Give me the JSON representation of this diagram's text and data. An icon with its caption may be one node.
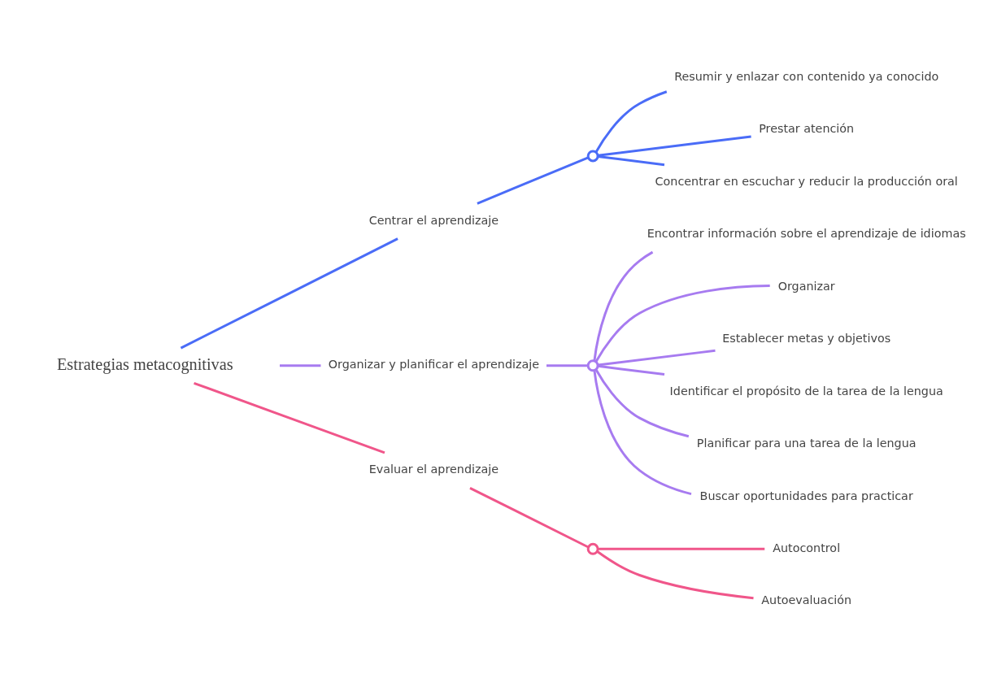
{
  "diagram": {
    "nodes": [
      {
        "text": [
          "Estrategias metacognitivas"
        ]
      },
      {
        "text": [
          "Centrar el aprendizaje"
        ]
      },
      {
        "text": [],
        "shape": "circle"
      },
      {
        "text": [
          "Resumir y enlazar con contenido ya conocido"
        ]
      },
      {
        "text": [
          "Prestar atención"
        ]
      },
      {
        "text": [
          "Concentrar en escuchar y reducir la producción oral"
        ]
      },
      {
        "text": [
          "Organizar y planificar el aprendizaje"
        ]
      },
      {
        "text": [],
        "shape": "circle"
      },
      {
        "text": [
          "Encontrar información sobre el aprendizaje de idiomas"
        ]
      },
      {
        "text": [
          "Organizar"
        ]
      },
      {
        "text": [
          "Establecer metas y objetivos"
        ]
      },
      {
        "text": [
          "Identificar el propósito de la tarea de la lengua"
        ]
      },
      {
        "text": [
          "Planificar para una tarea de la lengua"
        ]
      },
      {
        "text": [
          "Buscar oportunidades para practicar"
        ]
      },
      {
        "text": [
          "Evaluar el aprendizaje"
        ]
      },
      {
        "text": [],
        "shape": "circle"
      },
      {
        "text": [
          "Autocontrol"
        ]
      },
      {
        "text": [
          "Autoevaluación"
        ]
      }
    ],
    "edges": [
      {
        "from": 0,
        "to": 1,
        "arrow": "none",
        "color": "#4a6cf7"
      },
      {
        "from": 1,
        "to": 2,
        "arrow": "none",
        "color": "#4a6cf7"
      },
      {
        "from": 2,
        "to": 3,
        "arrow": "none",
        "color": "#4a6cf7"
      },
      {
        "from": 2,
        "to": 4,
        "arrow": "none",
        "color": "#4a6cf7"
      },
      {
        "from": 2,
        "to": 5,
        "arrow": "none",
        "color": "#4a6cf7"
      },
      {
        "from": 0,
        "to": 6,
        "arrow": "none",
        "color": "#a77bf0"
      },
      {
        "from": 6,
        "to": 7,
        "arrow": "none",
        "color": "#a77bf0"
      },
      {
        "from": 7,
        "to": 8,
        "arrow": "none",
        "color": "#a77bf0"
      },
      {
        "from": 7,
        "to": 9,
        "arrow": "none",
        "color": "#a77bf0"
      },
      {
        "from": 7,
        "to": 10,
        "arrow": "none",
        "color": "#a77bf0"
      },
      {
        "from": 7,
        "to": 11,
        "arrow": "none",
        "color": "#a77bf0"
      },
      {
        "from": 7,
        "to": 12,
        "arrow": "none",
        "color": "#a77bf0"
      },
      {
        "from": 7,
        "to": 13,
        "arrow": "none",
        "color": "#a77bf0"
      },
      {
        "from": 0,
        "to": 14,
        "arrow": "none",
        "color": "#f0568a"
      },
      {
        "from": 14,
        "to": 15,
        "arrow": "none",
        "color": "#f0568a"
      },
      {
        "from": 15,
        "to": 16,
        "arrow": "none",
        "color": "#f0568a"
      },
      {
        "from": 15,
        "to": 17,
        "arrow": "none",
        "color": "#f0568a"
      }
    ]
  }
}
